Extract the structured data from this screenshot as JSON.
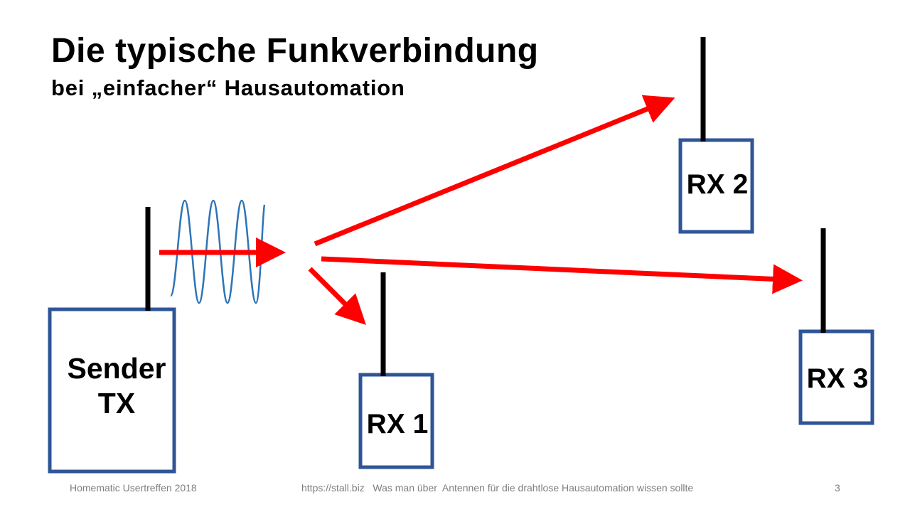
{
  "slide": {
    "title": "Die typische Funkverbindung",
    "subtitle": "bei „einfacher“ Hausautomation"
  },
  "nodes": {
    "sender": {
      "label": "Sender\nTX"
    },
    "rx1": {
      "label": "RX 1"
    },
    "rx2": {
      "label": "RX 2"
    },
    "rx3": {
      "label": "RX 3"
    }
  },
  "footer": {
    "left": "Homematic Usertreffen 2018",
    "center": "https://stall.biz   Was man über  Antennen für die drahtlose Hausautomation wissen sollte",
    "page_number": "3"
  },
  "colors": {
    "box_border": "#2f5597",
    "arrow": "#ff0000",
    "wave": "#2e75b6",
    "antenna": "#000000"
  }
}
